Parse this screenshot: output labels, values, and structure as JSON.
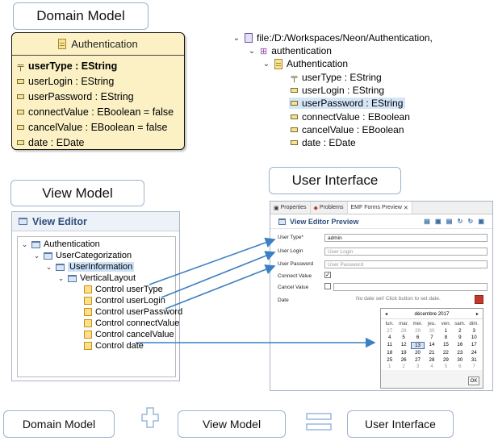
{
  "headings": {
    "domain_model": "Domain Model",
    "user_interface": "User Interface",
    "view_model": "View Model"
  },
  "uml_class": {
    "name": "Authentication",
    "attributes": [
      {
        "text": "userType : EString",
        "key": true
      },
      {
        "text": "userLogin : EString",
        "key": false
      },
      {
        "text": "userPassword : EString",
        "key": false
      },
      {
        "text": "connectValue : EBoolean = false",
        "key": false
      },
      {
        "text": "cancelValue : EBoolean = false",
        "key": false
      },
      {
        "text": "date : EDate",
        "key": false
      }
    ]
  },
  "model_tree": {
    "root": "file:/D:/Workspaces/Neon/Authentication,",
    "package": "authentication",
    "class": "Authentication",
    "attributes": [
      "userType : EString",
      "userLogin : EString",
      "userPassword : EString",
      "connectValue : EBoolean",
      "cancelValue : EBoolean",
      "date : EDate"
    ],
    "selected_index": 2
  },
  "view_editor": {
    "title": "View Editor",
    "items": [
      "Authentication",
      "UserCategorization",
      "UserInformation",
      "VerticalLayout",
      "Control userType",
      "Control userLogin",
      "Control userPassword",
      "Control connectValue",
      "Control cancelValue",
      "Control date"
    ]
  },
  "preview": {
    "tabs": [
      "Properties",
      "Problems",
      "EMF Forms Preview"
    ],
    "title": "View Editor Preview",
    "fields": {
      "user_type_label": "User Type*",
      "user_type_value": "admin",
      "user_login_label": "User Login",
      "user_login_placeholder": "User Login",
      "user_password_label": "User Password",
      "user_password_placeholder": "User Password",
      "connect_label": "Connect Value",
      "connect_checked": "✓",
      "cancel_label": "Cancel Value",
      "date_label": "Date",
      "date_message": "No date set! Click button to set date."
    },
    "calendar": {
      "month": "décembre 2017",
      "weekdays": [
        "lun.",
        "mar.",
        "mer.",
        "jeu.",
        "ven.",
        "sam.",
        "dim."
      ],
      "days": [
        [
          "27",
          "28",
          "29",
          "30",
          "1",
          "2",
          "3"
        ],
        [
          "4",
          "5",
          "6",
          "7",
          "8",
          "9",
          "10"
        ],
        [
          "11",
          "12",
          "13",
          "14",
          "15",
          "16",
          "17"
        ],
        [
          "18",
          "19",
          "20",
          "21",
          "22",
          "23",
          "24"
        ],
        [
          "25",
          "26",
          "27",
          "28",
          "29",
          "30",
          "31"
        ],
        [
          "1",
          "2",
          "3",
          "4",
          "5",
          "6",
          "7"
        ]
      ],
      "today": "13",
      "ok": "OK"
    }
  },
  "equation": {
    "domain_model": "Domain Model",
    "view_model": "View Model",
    "user_interface": "User Interface"
  },
  "colors": {
    "uml_fill": "#fbf1c4",
    "box_border": "#9cb3cf",
    "arrow": "#3d7fc1",
    "operator": "#9ab8d8"
  }
}
